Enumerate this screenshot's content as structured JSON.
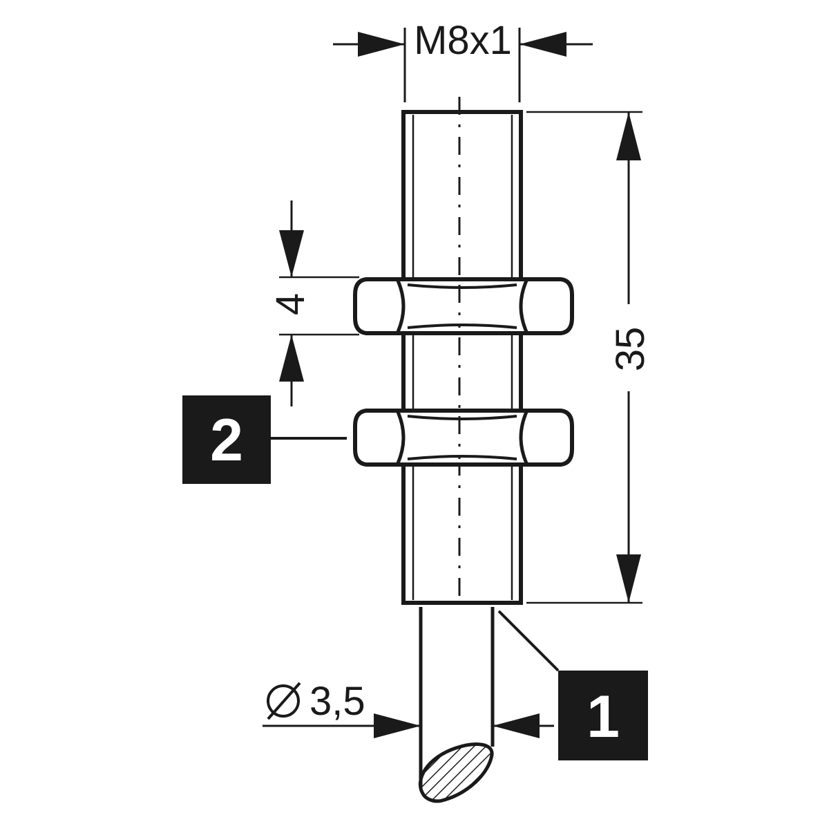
{
  "dimensions": {
    "thread": "M8x1",
    "nut_thickness": "4",
    "housing_length": "35",
    "cable_diameter": "3,5"
  },
  "callouts": {
    "cable": "1",
    "nut": "2"
  },
  "colors": {
    "ink": "#1a1a1a",
    "background": "#ffffff"
  },
  "icons": {
    "diameter_symbol": "diameter-icon"
  }
}
